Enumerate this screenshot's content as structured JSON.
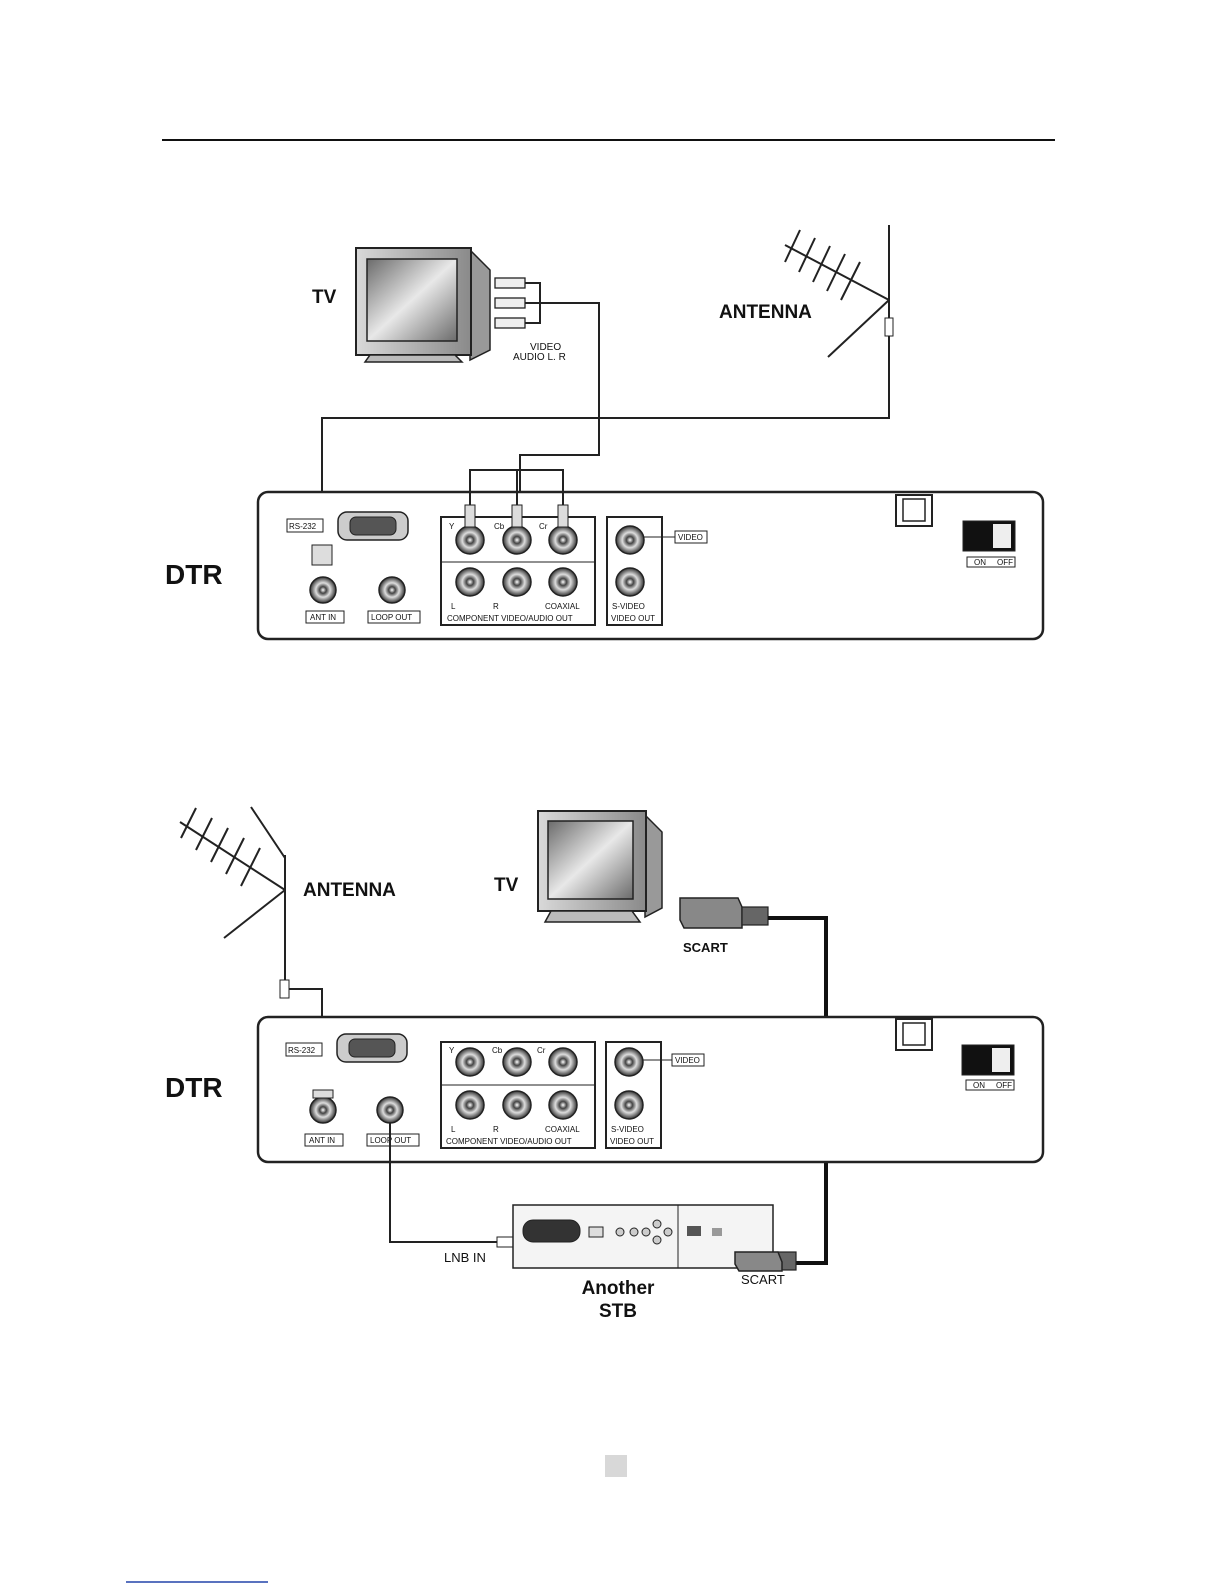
{
  "diagram1": {
    "tv_label": "TV",
    "tv_port_video": "VIDEO",
    "tv_port_audio": "AUDIO L.  R",
    "antenna_label": "ANTENNA",
    "dtr_label": "DTR",
    "ports": {
      "rs232": "RS-232",
      "ant_in": "ANT IN",
      "loop_out": "LOOP OUT",
      "y": "Y",
      "cb": "Cb",
      "cr": "Cr",
      "l": "L",
      "r": "R",
      "coaxial": "COAXIAL",
      "component": "COMPONENT VIDEO/AUDIO OUT",
      "video": "VIDEO",
      "svideo": "S-VIDEO",
      "video_out": "VIDEO OUT",
      "on": "ON",
      "off": "OFF"
    }
  },
  "diagram2": {
    "antenna_label": "ANTENNA",
    "tv_label": "TV",
    "scart_top": "SCART",
    "dtr_label": "DTR",
    "ports": {
      "rs232": "RS-232",
      "ant_in": "ANT IN",
      "loop_out": "LOOP OUT",
      "y": "Y",
      "cb": "Cb",
      "cr": "Cr",
      "l": "L",
      "r": "R",
      "coaxial": "COAXIAL",
      "component": "COMPONENT VIDEO/AUDIO OUT",
      "video": "VIDEO",
      "svideo": "S-VIDEO",
      "video_out": "VIDEO OUT",
      "on": "ON",
      "off": "OFF"
    },
    "lnb_in": "LNB IN",
    "scart_bottom": "SCART",
    "stb_line1": "Another",
    "stb_line2": "STB"
  }
}
